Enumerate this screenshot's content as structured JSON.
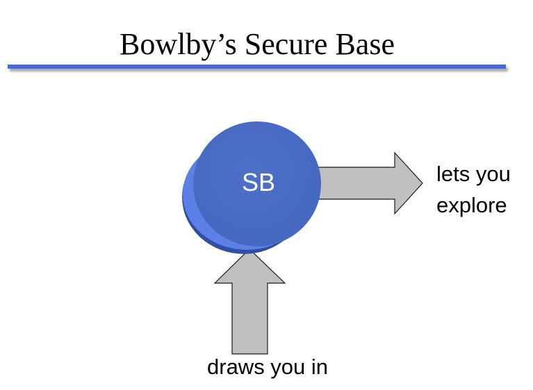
{
  "slide": {
    "title": "Bowlby’s Secure Base",
    "colors": {
      "title_rule": "#4169e1",
      "circle_top": "#4a6cc6",
      "circle_side": "#5a7fe6",
      "circle_shadow": "#2e4da3",
      "arrow_fill": "#c0c0c0",
      "arrow_stroke": "#1a1a1a"
    }
  },
  "diagram": {
    "circle_label": "SB",
    "right_arrow_label_line1": "lets you",
    "right_arrow_label_line2": "explore",
    "bottom_arrow_label": "draws you in"
  }
}
